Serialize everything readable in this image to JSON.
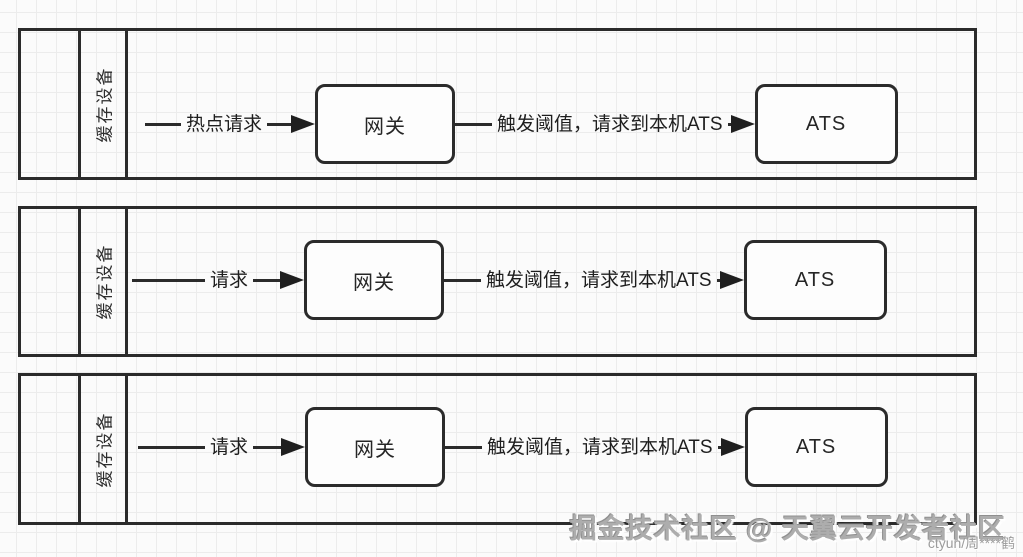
{
  "diagram": {
    "lanes": [
      {
        "side_label": "缓存设备",
        "request_label": "热点请求",
        "gateway_label": "网关",
        "threshold_label": "触发阈值，请求到本机ATS",
        "ats_label": "ATS"
      },
      {
        "side_label": "缓存设备",
        "request_label": "请求",
        "gateway_label": "网关",
        "threshold_label": "触发阈值，请求到本机ATS",
        "ats_label": "ATS"
      },
      {
        "side_label": "缓存设备",
        "request_label": "请求",
        "gateway_label": "网关",
        "threshold_label": "触发阈值，请求到本机ATS",
        "ats_label": "ATS"
      }
    ]
  },
  "watermark": {
    "community": "掘金技术社区 @ 天翼云开发者社区",
    "author": "ctyun/周****鹤"
  },
  "colors": {
    "line": "#2b2b2b",
    "text": "#1e1e1e",
    "node_fill": "#fdfdfd",
    "grid": "#ececec",
    "canvas": "#fbfbfb",
    "watermark": "#adadad"
  }
}
